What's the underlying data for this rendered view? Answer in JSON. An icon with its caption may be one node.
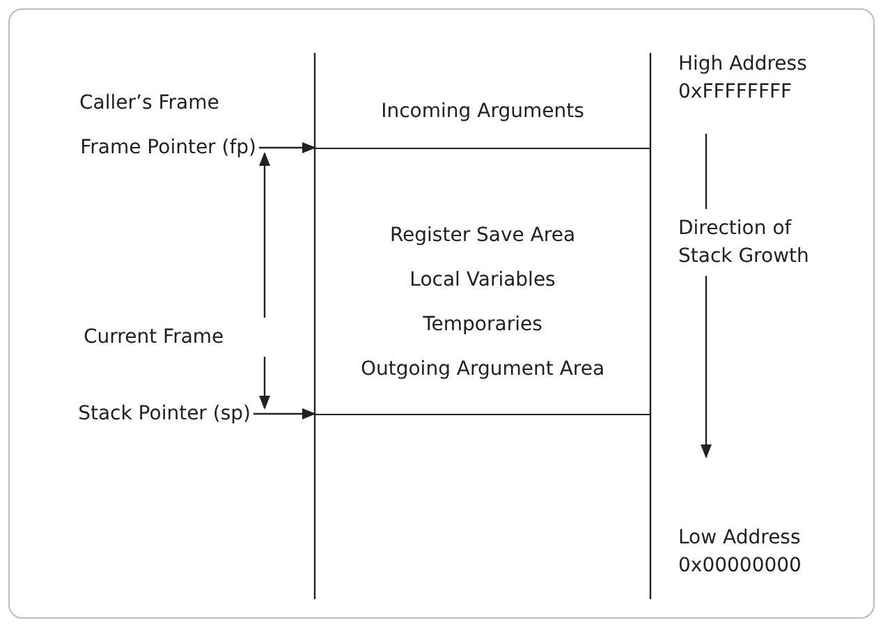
{
  "diagram": {
    "nodes": [
      {
        "text": [
          "Incoming Arguments"
        ]
      },
      {
        "text": [
          "Register Save Area",
          "Local Variables",
          "Temporaries",
          "Outgoing Argument Area"
        ]
      },
      {
        "text": [
          "Frame Pointer (fp)"
        ]
      },
      {
        "text": [
          "Stack Pointer (sp)"
        ]
      }
    ],
    "edges": [
      {
        "from": 2,
        "to": 1,
        "arrow": "to"
      },
      {
        "from": 3,
        "to": 1,
        "arrow": "to"
      }
    ],
    "labels": [
      "Caller’s Frame",
      "High Address 0xFFFFFFFF",
      "Direction of Stack Growth",
      "Current Frame",
      "Low Address 0x00000000"
    ]
  }
}
